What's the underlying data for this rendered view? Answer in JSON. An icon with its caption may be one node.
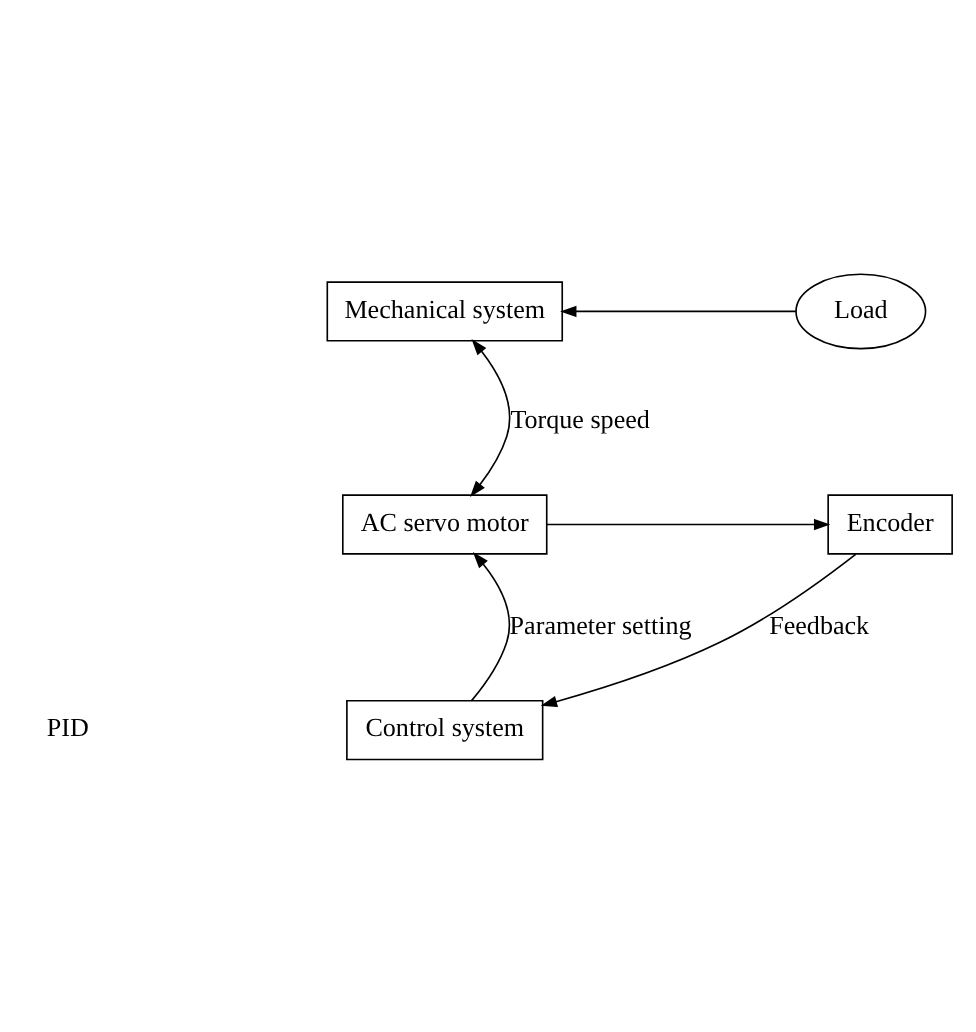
{
  "diagram": {
    "nodes": [
      {
        "text": [
          "Mechanical system"
        ]
      },
      {
        "text": [
          "Load"
        ]
      },
      {
        "text": [
          "AC servo motor"
        ]
      },
      {
        "text": [
          "Encoder"
        ]
      },
      {
        "text": [
          "Control system"
        ]
      }
    ],
    "edges": [
      {
        "from": 1,
        "to": 0,
        "arrow": "to"
      },
      {
        "from": 0,
        "to": 2,
        "arrow": "both",
        "label": "Torque speed"
      },
      {
        "from": 2,
        "to": 3,
        "arrow": "to"
      },
      {
        "from": 3,
        "to": 4,
        "arrow": "to",
        "label": "Feedback"
      },
      {
        "from": 4,
        "to": 2,
        "arrow": "to",
        "label": "Parameter setting"
      }
    ],
    "labels": [
      "PID"
    ]
  }
}
